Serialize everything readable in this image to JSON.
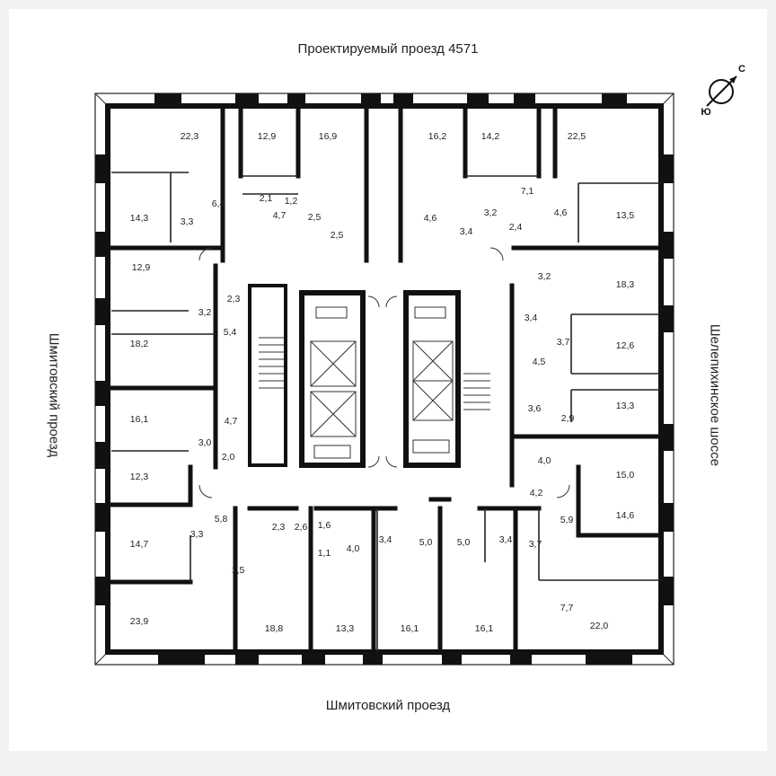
{
  "streets": {
    "top": "Проектируемый проезд 4571",
    "bottom": "Шмитовский проезд",
    "left": "Шмитовский проезд",
    "right": "Шелепихинское шоссе"
  },
  "compass": {
    "north": "С",
    "south": "Ю"
  },
  "rooms": [
    {
      "id": "r1",
      "area": "22,3"
    },
    {
      "id": "r2",
      "area": "12,9"
    },
    {
      "id": "r3",
      "area": "16,9"
    },
    {
      "id": "r4",
      "area": "16,2"
    },
    {
      "id": "r5",
      "area": "14,2"
    },
    {
      "id": "r6",
      "area": "22,5"
    },
    {
      "id": "r7",
      "area": "14,3"
    },
    {
      "id": "r8",
      "area": "3,3"
    },
    {
      "id": "r9",
      "area": "6,4"
    },
    {
      "id": "r10",
      "area": "2,1"
    },
    {
      "id": "r11",
      "area": "1,2"
    },
    {
      "id": "r12",
      "area": "4,7"
    },
    {
      "id": "r13",
      "area": "2,5"
    },
    {
      "id": "r14",
      "area": "2,5"
    },
    {
      "id": "r15",
      "area": "4,6"
    },
    {
      "id": "r16",
      "area": "3,4"
    },
    {
      "id": "r17",
      "area": "3,2"
    },
    {
      "id": "r18",
      "area": "2,4"
    },
    {
      "id": "r19",
      "area": "7,1"
    },
    {
      "id": "r20",
      "area": "4,6"
    },
    {
      "id": "r21",
      "area": "13,5"
    },
    {
      "id": "r22",
      "area": "12,9"
    },
    {
      "id": "r23",
      "area": "2,3"
    },
    {
      "id": "r24",
      "area": "3,2"
    },
    {
      "id": "r25",
      "area": "5,4"
    },
    {
      "id": "r26",
      "area": "18,2"
    },
    {
      "id": "r27",
      "area": "3,2"
    },
    {
      "id": "r28",
      "area": "18,3"
    },
    {
      "id": "r29",
      "area": "3,4"
    },
    {
      "id": "r30",
      "area": "3,7"
    },
    {
      "id": "r31",
      "area": "12,6"
    },
    {
      "id": "r32",
      "area": "4,5"
    },
    {
      "id": "r33",
      "area": "16,1"
    },
    {
      "id": "r34",
      "area": "4,7"
    },
    {
      "id": "r35",
      "area": "3,6"
    },
    {
      "id": "r36",
      "area": "2,9"
    },
    {
      "id": "r37",
      "area": "13,3"
    },
    {
      "id": "r38",
      "area": "3,0"
    },
    {
      "id": "r39",
      "area": "2,0"
    },
    {
      "id": "r40",
      "area": "4,0"
    },
    {
      "id": "r41",
      "area": "15,0"
    },
    {
      "id": "r42",
      "area": "12,3"
    },
    {
      "id": "r43",
      "area": "4,2"
    },
    {
      "id": "r44",
      "area": "5,8"
    },
    {
      "id": "r45",
      "area": "2,3"
    },
    {
      "id": "r46",
      "area": "2,6"
    },
    {
      "id": "r47",
      "area": "1,6"
    },
    {
      "id": "r48",
      "area": "5,9"
    },
    {
      "id": "r49",
      "area": "14,6"
    },
    {
      "id": "r50",
      "area": "14,7"
    },
    {
      "id": "r51",
      "area": "3,3"
    },
    {
      "id": "r52",
      "area": "1,1"
    },
    {
      "id": "r53",
      "area": "4,0"
    },
    {
      "id": "r54",
      "area": "3,4"
    },
    {
      "id": "r55",
      "area": "5,0"
    },
    {
      "id": "r56",
      "area": "5,0"
    },
    {
      "id": "r57",
      "area": "3,4"
    },
    {
      "id": "r58",
      "area": "3,7"
    },
    {
      "id": "r59",
      "area": "1,5"
    },
    {
      "id": "r60",
      "area": "7,7"
    },
    {
      "id": "r61",
      "area": "23,9"
    },
    {
      "id": "r62",
      "area": "18,8"
    },
    {
      "id": "r63",
      "area": "13,3"
    },
    {
      "id": "r64",
      "area": "16,1"
    },
    {
      "id": "r65",
      "area": "16,1"
    },
    {
      "id": "r66",
      "area": "22,0"
    }
  ]
}
